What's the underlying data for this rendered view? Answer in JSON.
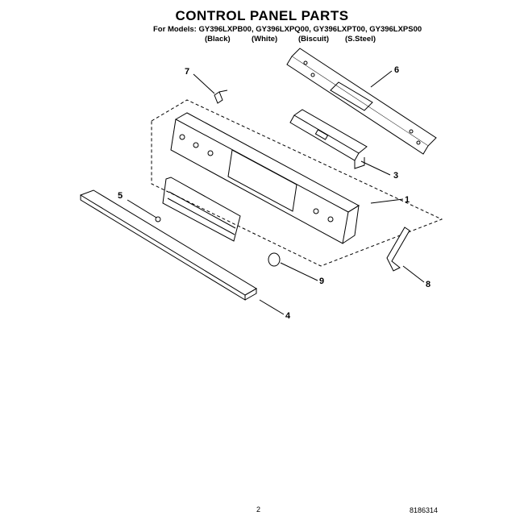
{
  "title": "CONTROL PANEL PARTS",
  "models_line": "For Models: GY396LXPB00, GY396LXPQ00, GY396LXPT00, GY396LXPS00",
  "finishes": [
    "(Black)",
    "(White)",
    "(Biscuit)",
    "(S.Steel)"
  ],
  "callouts": [
    "1",
    "3",
    "4",
    "5",
    "6",
    "7",
    "8",
    "9"
  ],
  "page_number": "2",
  "document_code": "8186314"
}
